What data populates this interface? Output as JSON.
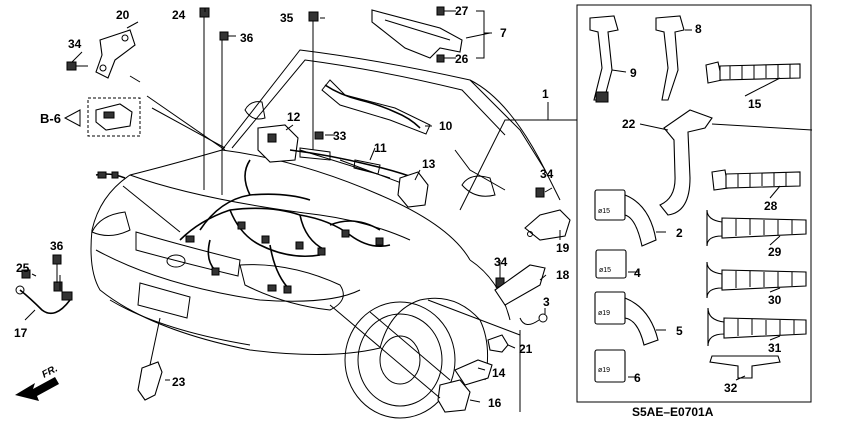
{
  "diagram": {
    "callouts": {
      "n1": "1",
      "n2": "2",
      "n3": "3",
      "n4": "4",
      "n5": "5",
      "n6": "6",
      "n7": "7",
      "n8": "8",
      "n9": "9",
      "n10": "10",
      "n11": "11",
      "n12": "12",
      "n13": "13",
      "n14": "14",
      "n15": "15",
      "n16": "16",
      "n17": "17",
      "n18": "18",
      "n19": "19",
      "n20": "20",
      "n21": "21",
      "n22": "22",
      "n23": "23",
      "n24": "24",
      "n25": "25",
      "n26": "26",
      "n27": "27",
      "n28": "28",
      "n29": "29",
      "n30": "30",
      "n31": "31",
      "n32": "32",
      "n33": "33",
      "n34a": "34",
      "n34b": "34",
      "n34c": "34",
      "n35": "35",
      "n36a": "36",
      "n36b": "36"
    },
    "clip_sizes": {
      "s2": "ø15",
      "s4": "ø15",
      "s5": "ø19",
      "s6": "ø19"
    },
    "reference": "B-6",
    "direction": "FR.",
    "diagram_code": "S5AE–E0701A"
  }
}
